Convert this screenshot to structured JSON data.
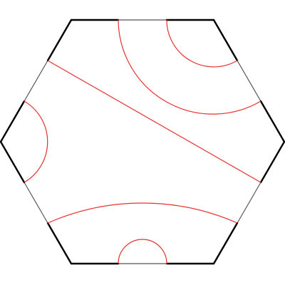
{
  "tile": {
    "shape": "regular hexagon, flat top and bottom",
    "colors": {
      "background": "#ffffff",
      "outline_heavy": "#000000",
      "outline_light": "#555555",
      "curve": "#e83030"
    },
    "edges": [
      {
        "name": "top",
        "style": "mixed"
      },
      {
        "name": "upper-right",
        "style": "mixed"
      },
      {
        "name": "lower-right",
        "style": "heavy"
      },
      {
        "name": "bottom",
        "style": "mixed"
      },
      {
        "name": "lower-left",
        "style": "mixed"
      },
      {
        "name": "upper-left",
        "style": "mixed"
      }
    ],
    "curves": [
      {
        "name": "top-right-small-arc",
        "kind": "arc"
      },
      {
        "name": "top-right-large-arc",
        "kind": "arc"
      },
      {
        "name": "diagonal-line",
        "kind": "line"
      },
      {
        "name": "left-arc",
        "kind": "arc"
      },
      {
        "name": "bottom-large-arc",
        "kind": "arc"
      },
      {
        "name": "bottom-small-arc",
        "kind": "arc"
      }
    ]
  }
}
